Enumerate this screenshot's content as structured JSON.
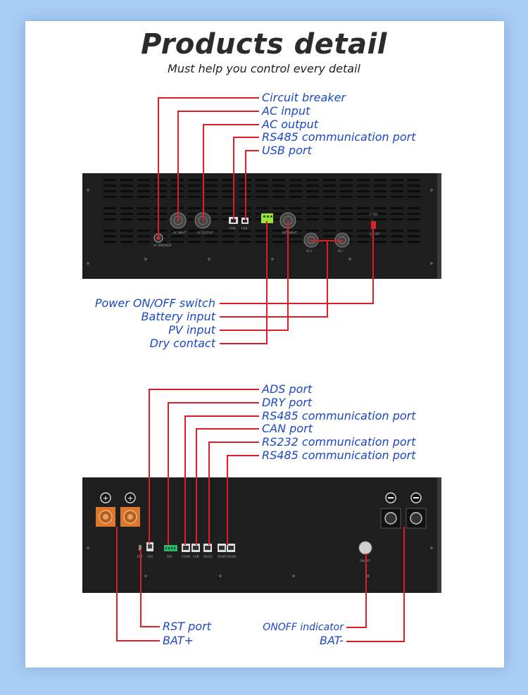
{
  "header": {
    "title": "Products detail",
    "subtitle": "Must help you control every detail"
  },
  "inverter": {
    "top_labels": [
      "Circuit breaker",
      "AC input",
      "AC output",
      "RS485 communication port",
      "USB port"
    ],
    "bottom_labels": [
      "Power ON/OFF switch",
      "Battery input",
      "PV input",
      "Dry contact"
    ]
  },
  "battery": {
    "top_labels": [
      "ADS port",
      "DRY port",
      "RS485 communication port",
      "CAN port",
      "RS232 communication port",
      "RS485 communication port"
    ],
    "bottom_left_labels": [
      "RST port",
      "BAT+"
    ],
    "bottom_right_labels": [
      "ONOFF indicator",
      "BAT-"
    ]
  },
  "colors": {
    "background": "#a9cdf4",
    "card": "#ffffff",
    "label_text": "#1b47c4",
    "leader_line": "#e01c26",
    "device_body": "#1e1e1e",
    "terminal": "#d9782e"
  }
}
